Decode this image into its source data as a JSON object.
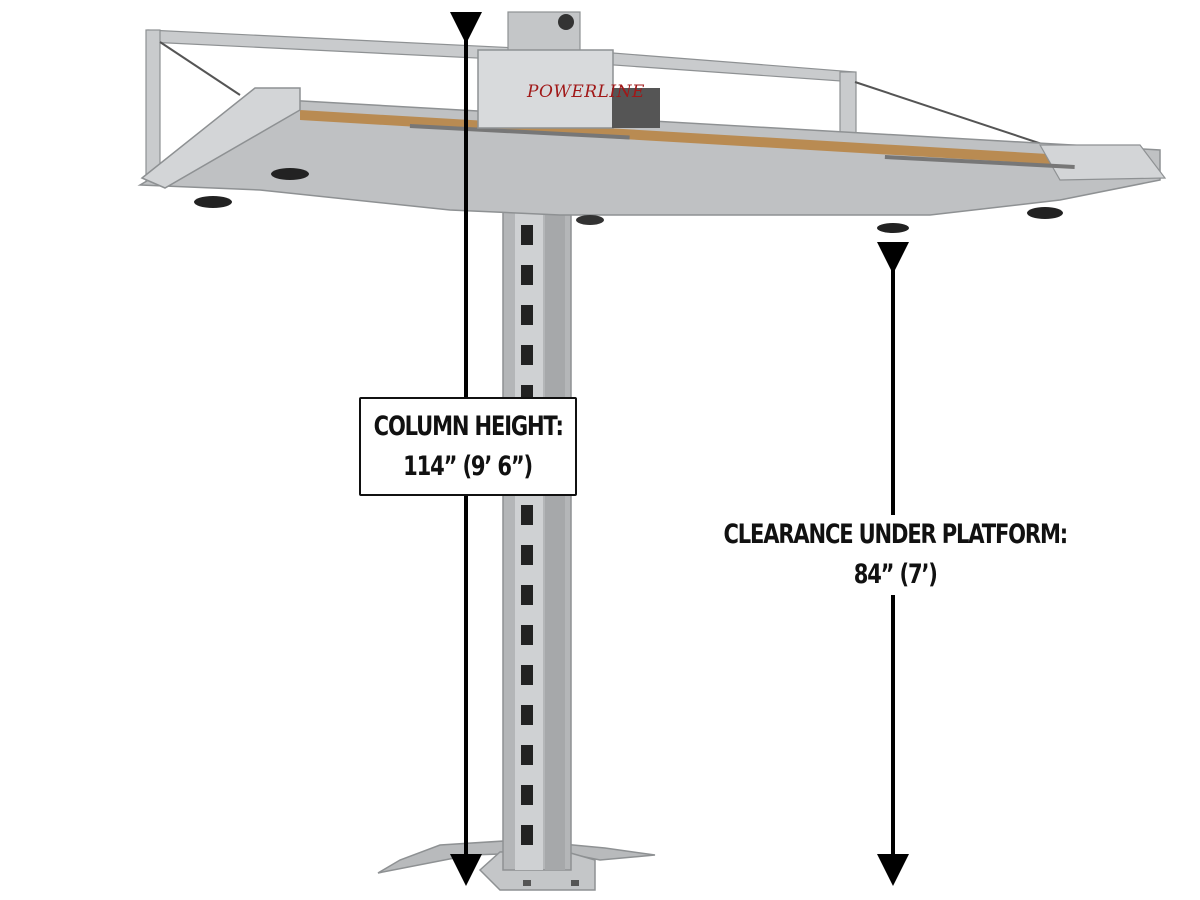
{
  "brand": {
    "logo_text": "POWERLINE"
  },
  "column_dimension": {
    "line1": "COLUMN HEIGHT:",
    "line2": "114” (9’ 6”)"
  },
  "clearance_dimension": {
    "line1": "CLEARANCE UNDER PLATFORM:",
    "line2": "84” (7’)"
  },
  "colors": {
    "metal": "#c9cbcd",
    "metal_dark": "#8e9193",
    "deck_wood": "#b98b52",
    "arrow": "#000000",
    "logo": "#a01818"
  }
}
